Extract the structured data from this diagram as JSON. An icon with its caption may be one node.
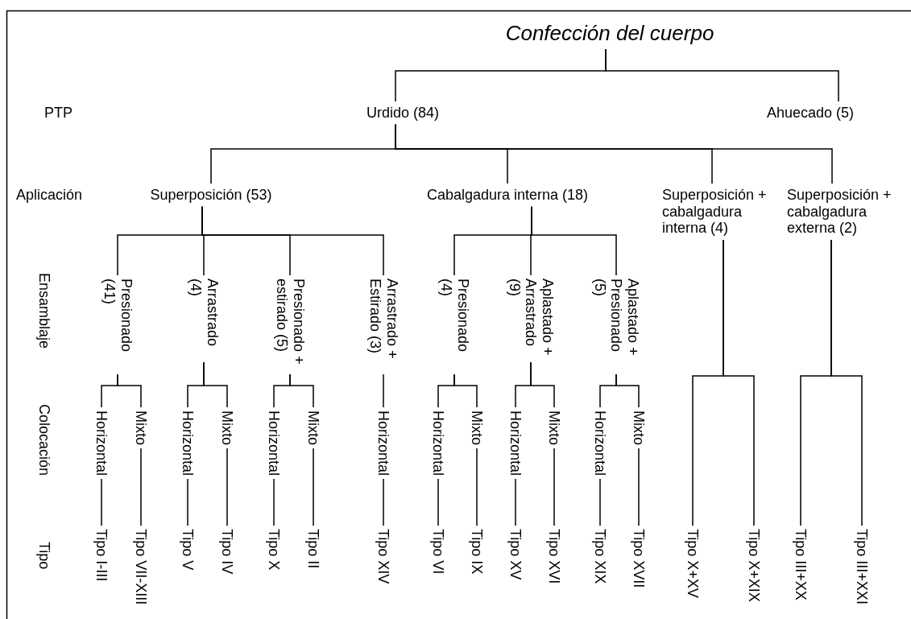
{
  "diagram": {
    "nodes": [
      {
        "text": [
          "Confección del cuerpo"
        ]
      },
      {
        "text": [
          "Urdido (84)"
        ]
      },
      {
        "text": [
          "Ahuecado  (5)"
        ]
      },
      {
        "text": [
          "Superposición  (53)"
        ]
      },
      {
        "text": [
          "Cabalgadura interna (18)"
        ]
      },
      {
        "text": [
          "Superposición + cabalgadura interna (4)"
        ]
      },
      {
        "text": [
          "Superposición + cabalgadura externa (2)"
        ]
      },
      {
        "text": [
          "Presionado (41)"
        ]
      },
      {
        "text": [
          "Arrastrado (4)"
        ]
      },
      {
        "text": [
          "Presionado + estirado (5)"
        ]
      },
      {
        "text": [
          "Arrastrado + Estirado (3)"
        ]
      },
      {
        "text": [
          "Presionado (4)"
        ]
      },
      {
        "text": [
          "Aplastado + Arrastrado (9)"
        ]
      },
      {
        "text": [
          "Aplastado + Presionado (5)"
        ]
      },
      {
        "text": [
          "Horizontal"
        ]
      },
      {
        "text": [
          "Mixto"
        ]
      },
      {
        "text": [
          "Horizontal"
        ]
      },
      {
        "text": [
          "Mixto"
        ]
      },
      {
        "text": [
          "Horizontal"
        ]
      },
      {
        "text": [
          "Mixto"
        ]
      },
      {
        "text": [
          "Horizontal"
        ]
      },
      {
        "text": [
          "Horizontal"
        ]
      },
      {
        "text": [
          "Mixto"
        ]
      },
      {
        "text": [
          "Horizontal"
        ]
      },
      {
        "text": [
          "Mixto"
        ]
      },
      {
        "text": [
          "Horizontal"
        ]
      },
      {
        "text": [
          "Mixto"
        ]
      },
      {
        "text": [
          "Tipo I-III"
        ]
      },
      {
        "text": [
          "Tipo VII-XIII"
        ]
      },
      {
        "text": [
          "Tipo V"
        ]
      },
      {
        "text": [
          "Tipo IV"
        ]
      },
      {
        "text": [
          "Tipo X"
        ]
      },
      {
        "text": [
          "Tipo II"
        ]
      },
      {
        "text": [
          "Tipo XIV"
        ]
      },
      {
        "text": [
          "Tipo VI"
        ]
      },
      {
        "text": [
          "Tipo IX"
        ]
      },
      {
        "text": [
          "Tipo XV"
        ]
      },
      {
        "text": [
          "Tipo XVI"
        ]
      },
      {
        "text": [
          "Tipo XIX"
        ]
      },
      {
        "text": [
          "Tipo XVII"
        ]
      },
      {
        "text": [
          "Tipo X+XV"
        ]
      },
      {
        "text": [
          "Tipo X+XIX"
        ]
      },
      {
        "text": [
          "Tipo III+XX"
        ]
      },
      {
        "text": [
          "Tipo III+XXI"
        ]
      }
    ],
    "edges": [
      {
        "from": 0,
        "to": 1,
        "arrow": "none"
      },
      {
        "from": 0,
        "to": 2,
        "arrow": "none"
      },
      {
        "from": 1,
        "to": 3,
        "arrow": "none"
      },
      {
        "from": 1,
        "to": 4,
        "arrow": "none"
      },
      {
        "from": 1,
        "to": 5,
        "arrow": "none"
      },
      {
        "from": 1,
        "to": 6,
        "arrow": "none"
      },
      {
        "from": 3,
        "to": 7,
        "arrow": "none"
      },
      {
        "from": 3,
        "to": 8,
        "arrow": "none"
      },
      {
        "from": 3,
        "to": 9,
        "arrow": "none"
      },
      {
        "from": 3,
        "to": 10,
        "arrow": "none"
      },
      {
        "from": 4,
        "to": 11,
        "arrow": "none"
      },
      {
        "from": 4,
        "to": 12,
        "arrow": "none"
      },
      {
        "from": 4,
        "to": 13,
        "arrow": "none"
      },
      {
        "from": 5,
        "to": 40,
        "arrow": "none"
      },
      {
        "from": 5,
        "to": 41,
        "arrow": "none"
      },
      {
        "from": 6,
        "to": 42,
        "arrow": "none"
      },
      {
        "from": 6,
        "to": 43,
        "arrow": "none"
      },
      {
        "from": 7,
        "to": 14,
        "arrow": "none"
      },
      {
        "from": 7,
        "to": 15,
        "arrow": "none"
      },
      {
        "from": 8,
        "to": 16,
        "arrow": "none"
      },
      {
        "from": 8,
        "to": 17,
        "arrow": "none"
      },
      {
        "from": 9,
        "to": 18,
        "arrow": "none"
      },
      {
        "from": 9,
        "to": 19,
        "arrow": "none"
      },
      {
        "from": 10,
        "to": 20,
        "arrow": "none"
      },
      {
        "from": 11,
        "to": 21,
        "arrow": "none"
      },
      {
        "from": 11,
        "to": 22,
        "arrow": "none"
      },
      {
        "from": 12,
        "to": 23,
        "arrow": "none"
      },
      {
        "from": 12,
        "to": 24,
        "arrow": "none"
      },
      {
        "from": 13,
        "to": 25,
        "arrow": "none"
      },
      {
        "from": 13,
        "to": 26,
        "arrow": "none"
      },
      {
        "from": 14,
        "to": 27,
        "arrow": "none"
      },
      {
        "from": 15,
        "to": 28,
        "arrow": "none"
      },
      {
        "from": 16,
        "to": 29,
        "arrow": "none"
      },
      {
        "from": 17,
        "to": 30,
        "arrow": "none"
      },
      {
        "from": 18,
        "to": 31,
        "arrow": "none"
      },
      {
        "from": 19,
        "to": 32,
        "arrow": "none"
      },
      {
        "from": 20,
        "to": 33,
        "arrow": "none"
      },
      {
        "from": 21,
        "to": 34,
        "arrow": "none"
      },
      {
        "from": 22,
        "to": 35,
        "arrow": "none"
      },
      {
        "from": 23,
        "to": 36,
        "arrow": "none"
      },
      {
        "from": 24,
        "to": 37,
        "arrow": "none"
      },
      {
        "from": 25,
        "to": 38,
        "arrow": "none"
      },
      {
        "from": 26,
        "to": 39,
        "arrow": "none"
      }
    ],
    "labels": [
      "PTP",
      "Aplicación",
      "Ensamblaje",
      "Colocación",
      "Tipo"
    ]
  }
}
